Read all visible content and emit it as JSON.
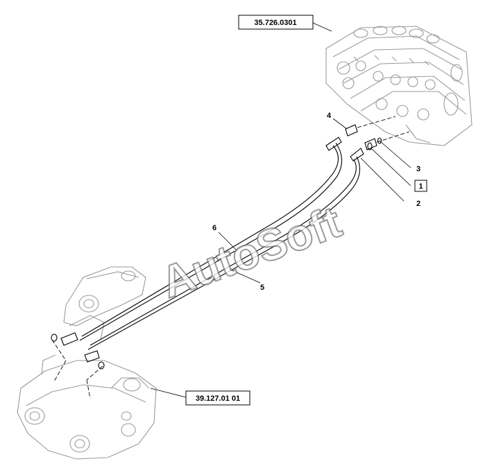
{
  "references": {
    "top": "35.726.0301",
    "bottom": "39.127.01 01"
  },
  "callouts": {
    "c1": "1",
    "c2": "2",
    "c3": "3",
    "c4": "4",
    "c5": "5",
    "c6": "6"
  },
  "watermark": "AutoSoft"
}
